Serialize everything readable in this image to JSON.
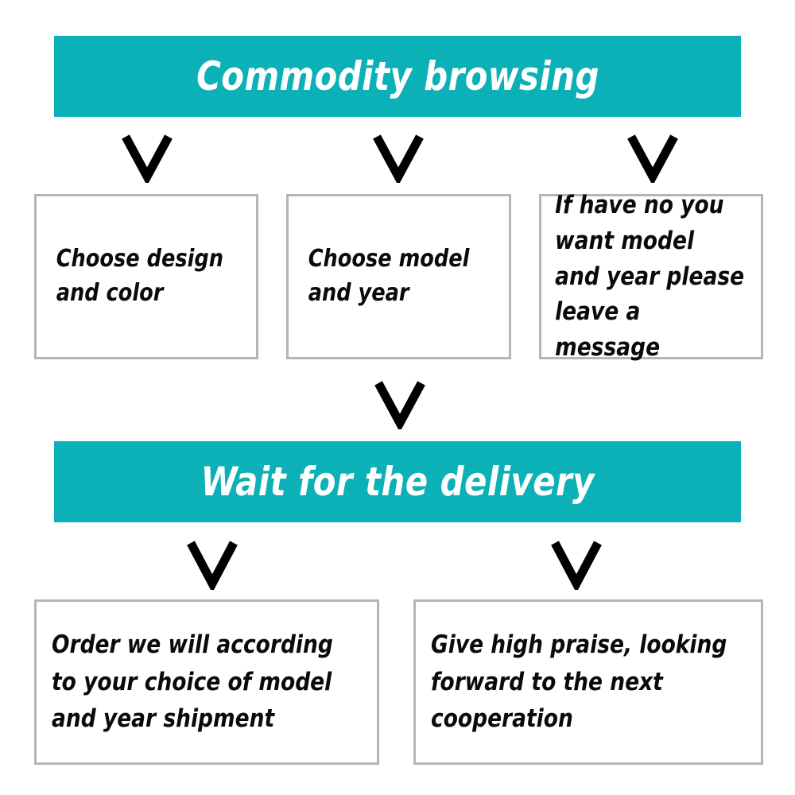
{
  "diagram": {
    "title": "Commodity browsing order process flowchart",
    "colors": {
      "banner_fill": "#0cb1b8",
      "banner_text": "#ffffff",
      "box_border": "#b5b5b5",
      "box_fill": "#ffffff",
      "box_text": "#0a0a0a",
      "connector": "#000000",
      "background": "#ffffff"
    },
    "banners": [
      {
        "id": "commodity-browsing",
        "label": "Commodity browsing"
      },
      {
        "id": "wait-for-the-delivery",
        "label": "Wait for the delivery"
      }
    ],
    "steps": [
      {
        "id": "choose-design-and-color",
        "label": "Choose design and color"
      },
      {
        "id": "choose-model-and-year",
        "label": "Choose model and year"
      },
      {
        "id": "leave-a-message",
        "label": "If have no you want model and year please leave a message"
      },
      {
        "id": "order-shipment",
        "label": "Order we will according to your choice of model and year shipment"
      },
      {
        "id": "give-high-praise",
        "label": "Give high praise, looking forward to the next cooperation"
      }
    ],
    "connectors": [
      {
        "id": "connector-1",
        "shape": "chevron-down-icon"
      },
      {
        "id": "connector-2",
        "shape": "chevron-down-icon"
      },
      {
        "id": "connector-3",
        "shape": "chevron-down-icon"
      },
      {
        "id": "connector-4",
        "shape": "chevron-down-icon"
      },
      {
        "id": "connector-5",
        "shape": "chevron-down-icon"
      },
      {
        "id": "connector-6",
        "shape": "chevron-down-icon"
      }
    ]
  }
}
